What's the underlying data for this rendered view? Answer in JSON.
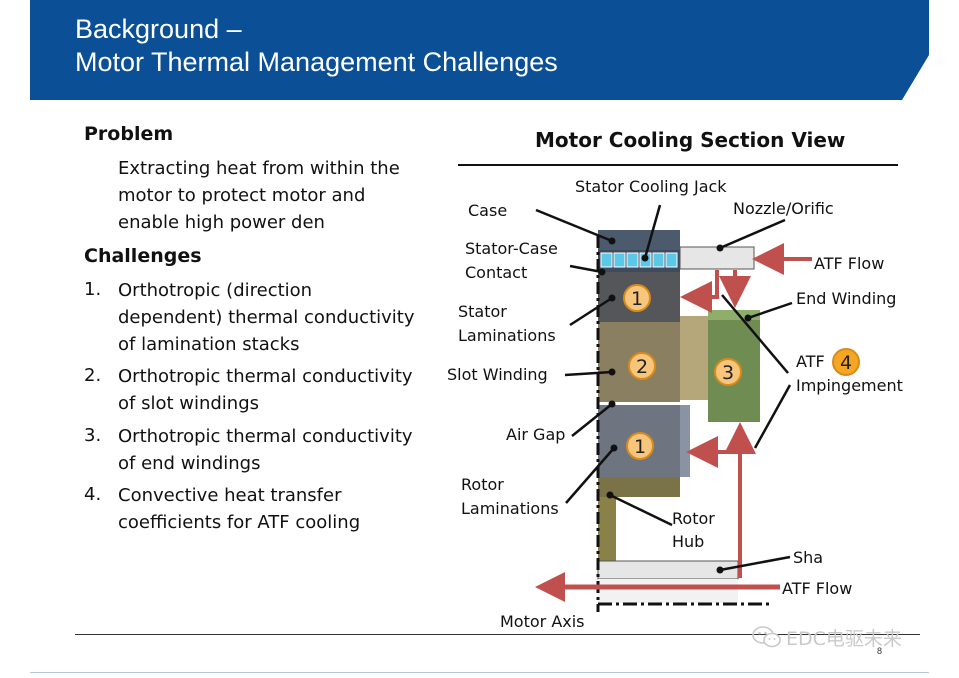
{
  "header": {
    "title_line1": "Background –",
    "title_line2": "Motor Thermal Management Challenges",
    "band_color": "#0b4f96"
  },
  "left": {
    "problem_heading": "Problem",
    "problem_lines": [
      "Extracting heat from within the",
      "motor to protect motor and",
      "enable high power den"
    ],
    "challenges_heading": "Challenges",
    "challenges": [
      {
        "num": "1.",
        "lines": [
          "Orthotropic (direction",
          "dependent) thermal conductivity",
          "of lamination stacks"
        ]
      },
      {
        "num": "2.",
        "lines": [
          "Orthotropic thermal conductivity",
          "of slot windings"
        ]
      },
      {
        "num": "3.",
        "lines": [
          "Orthotropic thermal conductivity",
          "of end windings"
        ]
      },
      {
        "num": "4.",
        "lines": [
          "Convective heat transfer",
          "coefficients for ATF cooling"
        ]
      }
    ]
  },
  "diagram": {
    "title": "Motor Cooling Section View",
    "labels": {
      "stator_cooling_jack": "Stator Cooling Jack",
      "case": "Case",
      "nozzle": "Nozzle/Orific",
      "stator_case_contact_1": "Stator-Case",
      "stator_case_contact_2": "Contact",
      "atf_flow_top": "ATF Flow",
      "end_winding": "End Winding",
      "stator_lam_1": "Stator",
      "stator_lam_2": "Laminations",
      "atf_impingement_1": "ATF",
      "atf_impingement_2": "Impingement",
      "slot_winding": "Slot Winding",
      "air_gap": "Air Gap",
      "rotor_lam_1": "Rotor",
      "rotor_lam_2": "Laminations",
      "rotor_hub_1": "Rotor",
      "rotor_hub_2": "Hub",
      "shaft": "Sha",
      "atf_flow_bottom": "ATF Flow",
      "motor_axis": "Motor Axis"
    },
    "badges": [
      "1",
      "2",
      "3",
      "4",
      "1"
    ],
    "colors": {
      "arrow": "#c0504d",
      "badge": "#f5a623",
      "coolant": "#5bc8e8"
    }
  },
  "footer": {
    "watermark": "EDC电驱未来",
    "page_number": "8"
  }
}
